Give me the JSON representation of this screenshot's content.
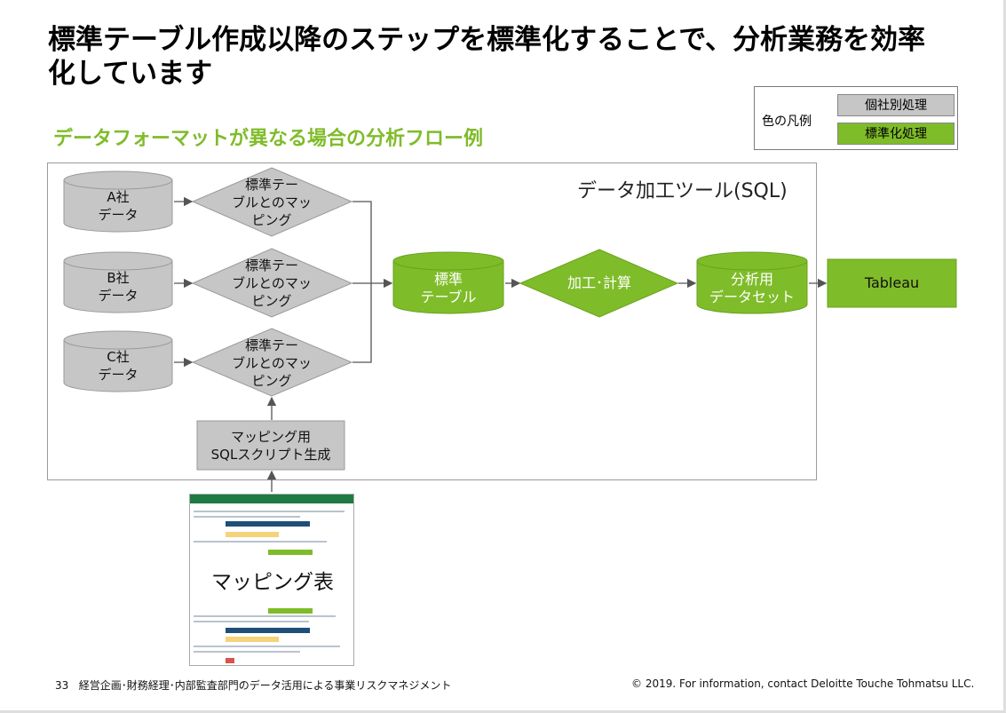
{
  "title": "標準テーブル作成以降のステップを標準化することで、分析業務を効率化しています",
  "subtitle": "データフォーマットが異なる場合の分析フロー例",
  "legend": {
    "title": "色の凡例",
    "gray_label": "個社別処理",
    "green_label": "標準化処理",
    "gray_color": "#c6c6c6",
    "green_color": "#7fbc29"
  },
  "frame_label": "データ加工ツール(SQL)",
  "sources": [
    {
      "line1": "A社",
      "line2": "データ"
    },
    {
      "line1": "B社",
      "line2": "データ"
    },
    {
      "line1": "C社",
      "line2": "データ"
    }
  ],
  "mapping_step": {
    "line1": "標準テー",
    "line2": "ブルとのマッ",
    "line3": "ピング"
  },
  "script_box": {
    "line1": "マッピング用",
    "line2": "SQLスクリプト生成"
  },
  "standard_table": {
    "line1": "標準",
    "line2": "テーブル"
  },
  "calc": {
    "label": "加工･計算"
  },
  "dataset": {
    "line1": "分析用",
    "line2": "データセット"
  },
  "tableau": {
    "label": "Tableau"
  },
  "mapping_sheet": {
    "label": "マッピング表"
  },
  "footer": {
    "page_number": "33",
    "left_text": "経営企画･財務経理･内部監査部門のデータ活用による事業リスクマネジメント",
    "right_text": "© 2019. For information, contact Deloitte Touche Tohmatsu LLC."
  }
}
